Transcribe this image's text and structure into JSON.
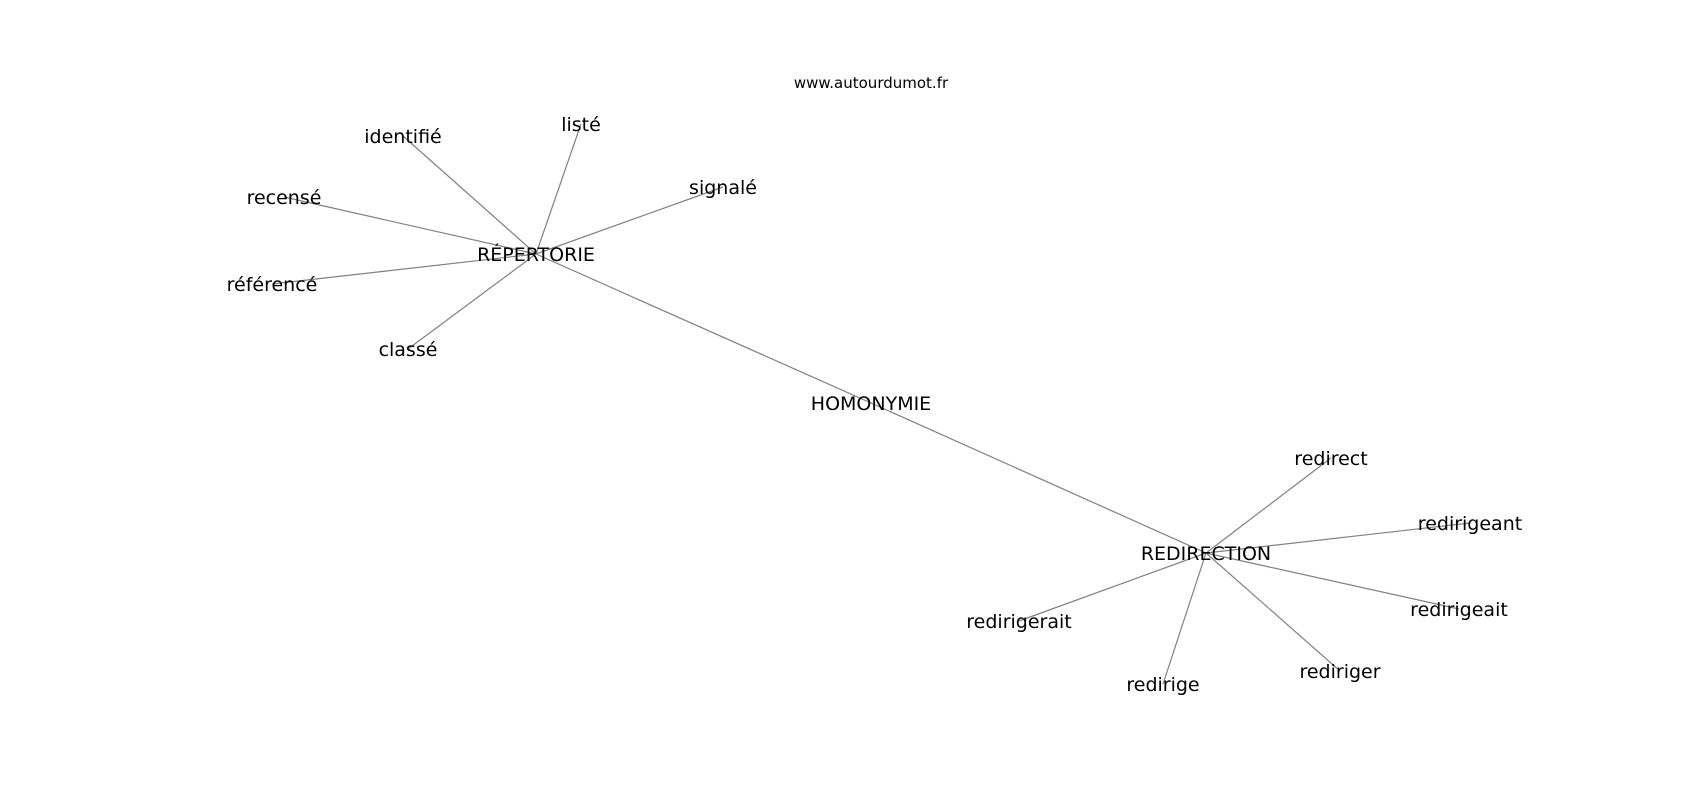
{
  "diagram": {
    "watermark": "www.autourdumot.fr",
    "nodes": [
      {
        "id": "homonymie",
        "label": "HOMONYMIE"
      },
      {
        "id": "repertorie",
        "label": "RÉPERTORIE"
      },
      {
        "id": "redirection",
        "label": "REDIRECTION"
      },
      {
        "id": "identifie",
        "label": "identifié"
      },
      {
        "id": "liste",
        "label": "listé"
      },
      {
        "id": "signale",
        "label": "signalé"
      },
      {
        "id": "recense",
        "label": "recensé"
      },
      {
        "id": "reference",
        "label": "référencé"
      },
      {
        "id": "classe",
        "label": "classé"
      },
      {
        "id": "redirect",
        "label": "redirect"
      },
      {
        "id": "redirigeant",
        "label": "redirigeant"
      },
      {
        "id": "redirigeait",
        "label": "redirigeait"
      },
      {
        "id": "rediriger",
        "label": "rediriger"
      },
      {
        "id": "redirige",
        "label": "redirige"
      },
      {
        "id": "redirigerait",
        "label": "redirigerait"
      }
    ],
    "edges": [
      [
        "repertorie",
        "homonymie"
      ],
      [
        "homonymie",
        "redirection"
      ],
      [
        "repertorie",
        "identifie"
      ],
      [
        "repertorie",
        "liste"
      ],
      [
        "repertorie",
        "signale"
      ],
      [
        "repertorie",
        "recense"
      ],
      [
        "repertorie",
        "reference"
      ],
      [
        "repertorie",
        "classe"
      ],
      [
        "redirection",
        "redirect"
      ],
      [
        "redirection",
        "redirigeant"
      ],
      [
        "redirection",
        "redirigeait"
      ],
      [
        "redirection",
        "rediriger"
      ],
      [
        "redirection",
        "redirige"
      ],
      [
        "redirection",
        "redirigerait"
      ]
    ]
  }
}
